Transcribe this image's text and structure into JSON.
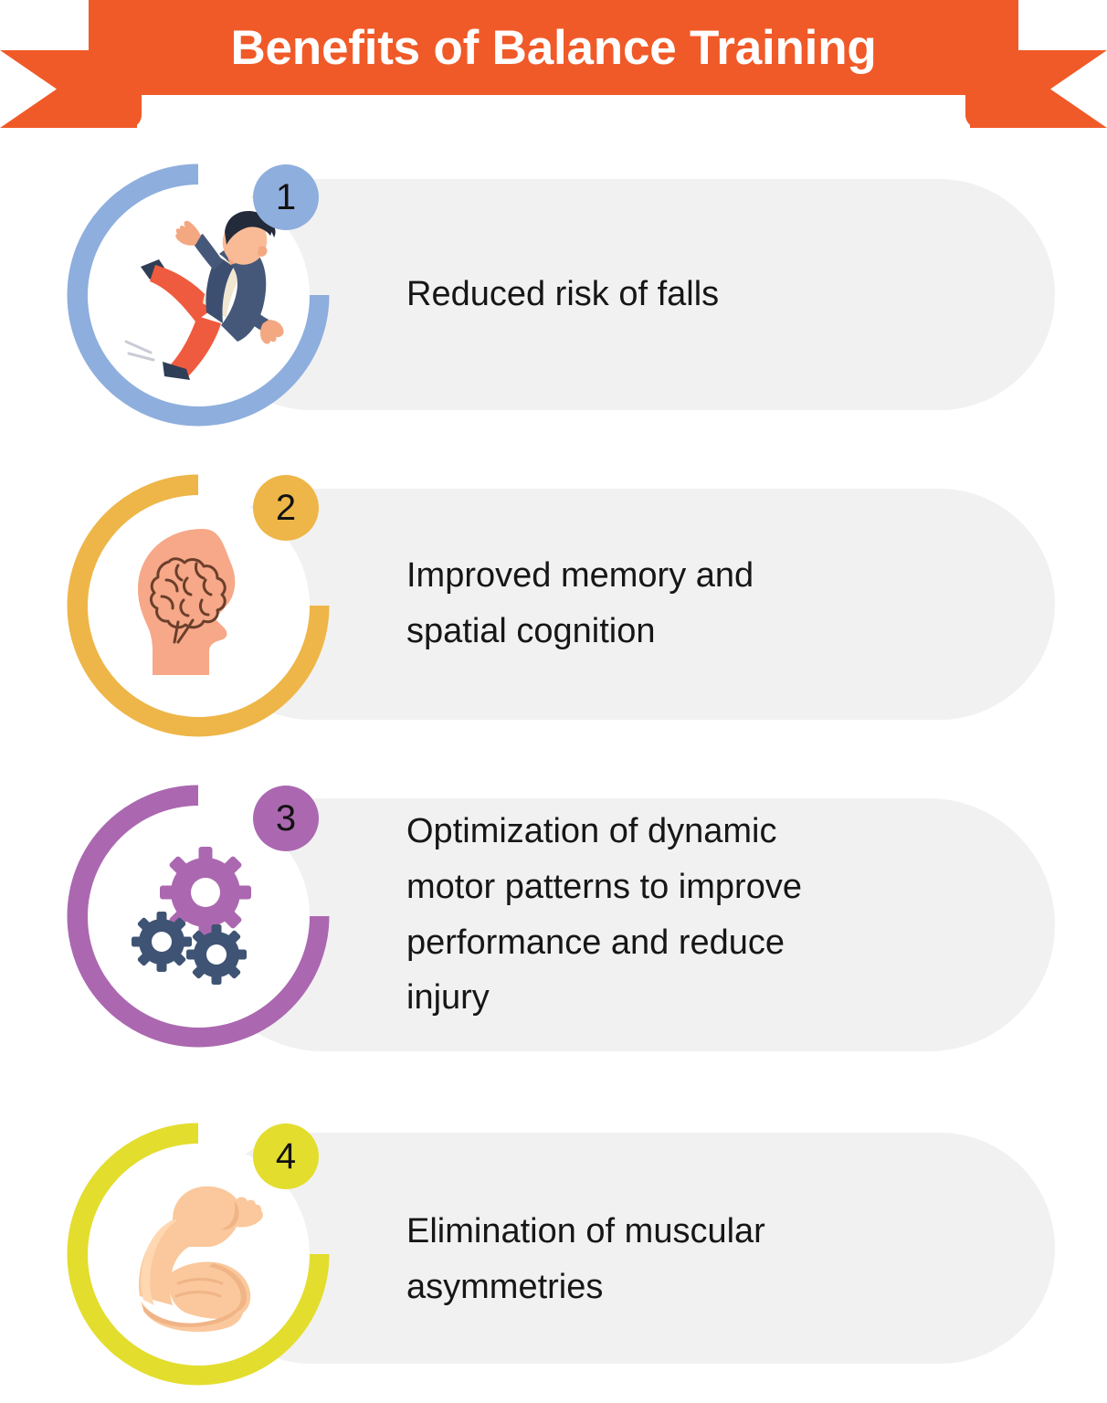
{
  "header": {
    "title": "Benefits of Balance Training",
    "ribbon_color": "#f05a28",
    "title_color": "#ffffff"
  },
  "theme": {
    "page_background": "#ffffff",
    "pill_background": "#f1f1f1",
    "text_color": "#161616"
  },
  "benefits": [
    {
      "number": "1",
      "text": "Reduced risk of falls",
      "accent_color": "#8eaedd",
      "icon": "falling-person-icon"
    },
    {
      "number": "2",
      "text": "Improved memory and\nspatial cognition",
      "accent_color": "#eeb648",
      "icon": "head-brain-icon"
    },
    {
      "number": "3",
      "text": "Optimization of dynamic\nmotor patterns to improve\nperformance and reduce\ninjury",
      "accent_color": "#ab68b0",
      "icon": "gears-icon"
    },
    {
      "number": "4",
      "text": "Elimination of muscular\nasymmetries",
      "accent_color": "#e3dd2e",
      "icon": "flexed-bicep-icon"
    }
  ]
}
